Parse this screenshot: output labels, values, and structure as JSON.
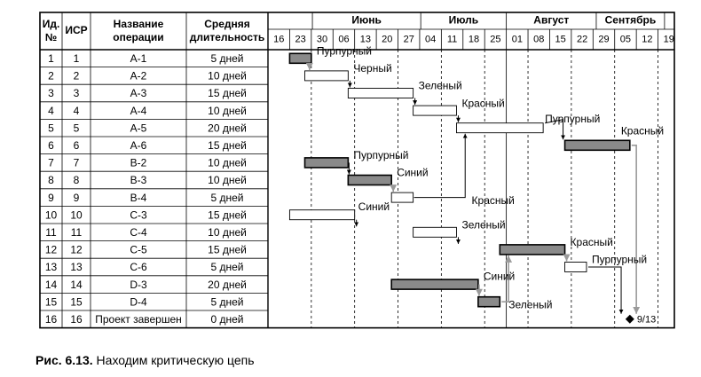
{
  "headers": {
    "id": "Ид. №",
    "isr": "ИСР",
    "name": "Название операции",
    "duration": "Средняя длительность"
  },
  "months": [
    "Июнь",
    "Июль",
    "Август",
    "Сентябрь"
  ],
  "days": [
    "16",
    "23",
    "30",
    "06",
    "13",
    "20",
    "27",
    "04",
    "11",
    "18",
    "25",
    "01",
    "08",
    "15",
    "22",
    "29",
    "05",
    "12",
    "19"
  ],
  "rows": [
    {
      "id": "1",
      "isr": "1",
      "name": "A-1",
      "duration": "5 дней"
    },
    {
      "id": "2",
      "isr": "2",
      "name": "A-2",
      "duration": "10 дней"
    },
    {
      "id": "3",
      "isr": "3",
      "name": "A-3",
      "duration": "15 дней"
    },
    {
      "id": "4",
      "isr": "4",
      "name": "A-4",
      "duration": "10 дней"
    },
    {
      "id": "5",
      "isr": "5",
      "name": "A-5",
      "duration": "20 дней"
    },
    {
      "id": "6",
      "isr": "6",
      "name": "A-6",
      "duration": "15 дней"
    },
    {
      "id": "7",
      "isr": "7",
      "name": "B-2",
      "duration": "10 дней"
    },
    {
      "id": "8",
      "isr": "8",
      "name": "B-3",
      "duration": "10 дней"
    },
    {
      "id": "9",
      "isr": "9",
      "name": "B-4",
      "duration": "5 дней"
    },
    {
      "id": "10",
      "isr": "10",
      "name": "C-3",
      "duration": "15 дней"
    },
    {
      "id": "11",
      "isr": "11",
      "name": "C-4",
      "duration": "10 дней"
    },
    {
      "id": "12",
      "isr": "12",
      "name": "C-5",
      "duration": "15 дней"
    },
    {
      "id": "13",
      "isr": "13",
      "name": "C-6",
      "duration": "5 дней"
    },
    {
      "id": "14",
      "isr": "14",
      "name": "D-3",
      "duration": "20 дней"
    },
    {
      "id": "15",
      "isr": "15",
      "name": "D-4",
      "duration": "5 дней"
    },
    {
      "id": "16",
      "isr": "16",
      "name": "Проект завершен",
      "duration": "0 дней"
    }
  ],
  "tasks": [
    {
      "row": 0,
      "start_week": 1.0,
      "duration_days": 5,
      "critical": true,
      "label": "Пурпурный"
    },
    {
      "row": 1,
      "start_week": 1.7,
      "duration_days": 10,
      "critical": false,
      "label": "Черный"
    },
    {
      "row": 2,
      "start_week": 3.7,
      "duration_days": 15,
      "critical": false,
      "label": "Зеленый"
    },
    {
      "row": 3,
      "start_week": 6.7,
      "duration_days": 10,
      "critical": false,
      "label": "Красный"
    },
    {
      "row": 4,
      "start_week": 8.7,
      "duration_days": 20,
      "critical": false,
      "label": "Пурпурный"
    },
    {
      "row": 5,
      "start_week": 13.7,
      "duration_days": 15,
      "critical": true,
      "label": "Красный"
    },
    {
      "row": 6,
      "start_week": 1.7,
      "duration_days": 10,
      "critical": true,
      "label": "Пурпурный"
    },
    {
      "row": 7,
      "start_week": 3.7,
      "duration_days": 10,
      "critical": true,
      "label": "Синий"
    },
    {
      "row": 8,
      "start_week": 5.7,
      "duration_days": 5,
      "critical": false,
      "label": "Красный"
    },
    {
      "row": 9,
      "start_week": 1.0,
      "duration_days": 15,
      "critical": false,
      "label": "Синий"
    },
    {
      "row": 10,
      "start_week": 6.7,
      "duration_days": 10,
      "critical": false,
      "label": "Зеленый"
    },
    {
      "row": 11,
      "start_week": 10.7,
      "duration_days": 15,
      "critical": true,
      "label": "Красный"
    },
    {
      "row": 12,
      "start_week": 13.7,
      "duration_days": 5,
      "critical": false,
      "label": "Пурпурный"
    },
    {
      "row": 13,
      "start_week": 5.7,
      "duration_days": 20,
      "critical": true,
      "label": "Синий"
    },
    {
      "row": 14,
      "start_week": 9.7,
      "duration_days": 5,
      "critical": true,
      "label": "Зеленый"
    }
  ],
  "milestone": {
    "row": 15,
    "week": 16.7,
    "label": "9/13"
  },
  "caption": {
    "label": "Рис. 6.13.",
    "text": "Находим критическую цепь"
  },
  "colors": {
    "critical": "#8a8a8a",
    "normal": "#ffffff",
    "link_black": "#000000",
    "link_gray": "#9a9a9a"
  }
}
